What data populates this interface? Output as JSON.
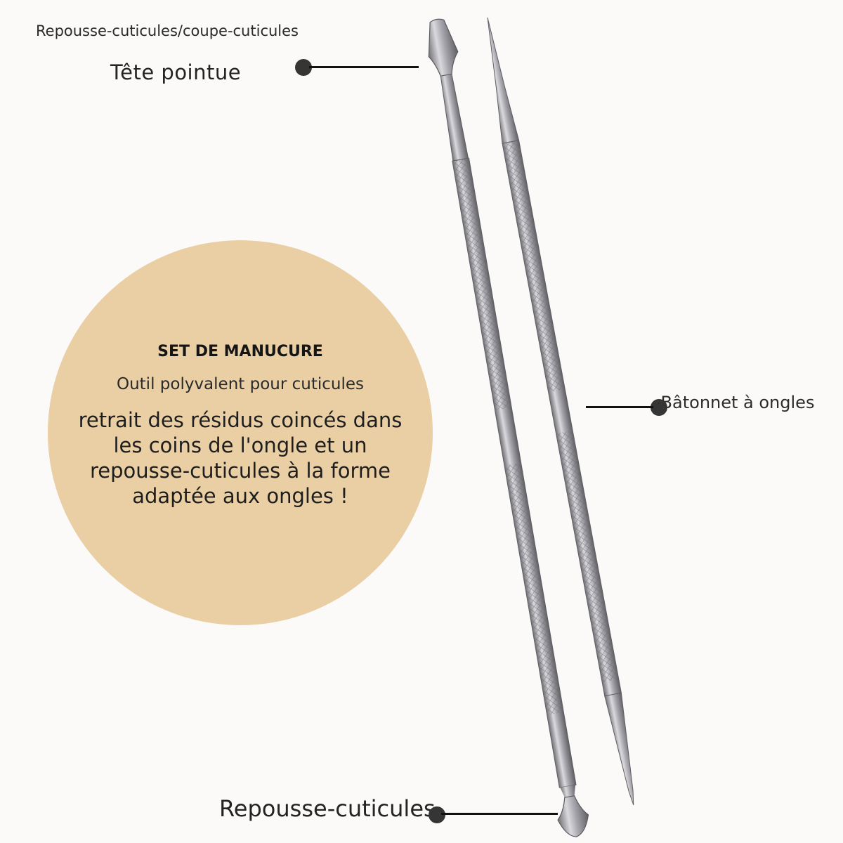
{
  "labels": {
    "top_caption": "Repousse-cuticules/coupe-cuticules",
    "pointed_head": "Tête pointue",
    "nail_stick": "Bâtonnet à ongles",
    "cuticle_pusher": "Repousse-cuticules"
  },
  "circle": {
    "title": "SET DE MANUCURE",
    "subtitle": "Outil polyvalent pour cuticules",
    "body": "retrait des résidus coincés dans les coins de l'ongle et un repousse-cuticules à la forme adaptée aux ongles !"
  },
  "colors": {
    "background": "#fbfaf9",
    "circle": "#e9cfa3",
    "steel": "#a9a9ae",
    "dot": "#353535"
  }
}
